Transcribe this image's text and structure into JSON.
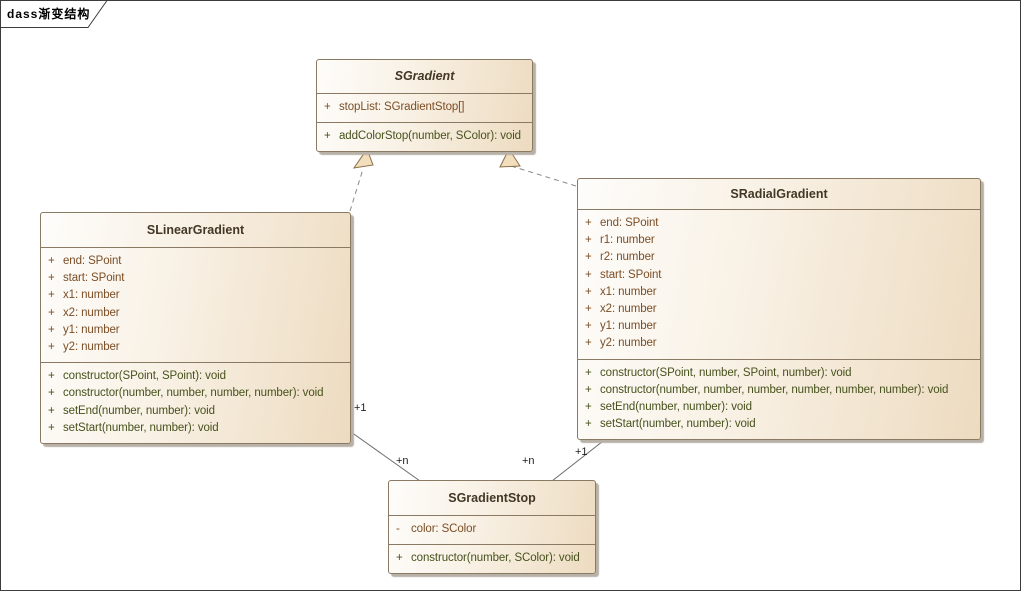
{
  "frame": {
    "label": "dass渐变结构"
  },
  "colors": {
    "box_fill_light": "#fefdfb",
    "box_fill_dark": "#eddbc0",
    "box_border": "#8a7a63",
    "shadow": "#b8b1a7",
    "attribute_text": "#7b4e26",
    "method_text": "#47521c",
    "title_text": "#433826",
    "arrow_fill": "#f2debc",
    "arrow_stroke": "#8a7049",
    "dashed_line": "#8a8a8a",
    "solid_line": "#6a6a6a",
    "frame_border": "#3c3c3c"
  },
  "classes": [
    {
      "name": "SGradient",
      "abstract": true,
      "attributes": [
        {
          "vis": "+",
          "text": "stopList: SGradientStop[]"
        }
      ],
      "methods": [
        {
          "vis": "+",
          "text": "addColorStop(number, SColor): void"
        }
      ]
    },
    {
      "name": "SLinearGradient",
      "abstract": false,
      "attributes": [
        {
          "vis": "+",
          "text": "end: SPoint"
        },
        {
          "vis": "+",
          "text": "start: SPoint"
        },
        {
          "vis": "+",
          "text": "x1: number"
        },
        {
          "vis": "+",
          "text": "x2: number"
        },
        {
          "vis": "+",
          "text": "y1: number"
        },
        {
          "vis": "+",
          "text": "y2: number"
        }
      ],
      "methods": [
        {
          "vis": "+",
          "text": "constructor(SPoint, SPoint): void"
        },
        {
          "vis": "+",
          "text": "constructor(number, number, number, number): void"
        },
        {
          "vis": "+",
          "text": "setEnd(number, number): void"
        },
        {
          "vis": "+",
          "text": "setStart(number, number): void"
        }
      ]
    },
    {
      "name": "SRadialGradient",
      "abstract": false,
      "attributes": [
        {
          "vis": "+",
          "text": "end: SPoint"
        },
        {
          "vis": "+",
          "text": "r1: number"
        },
        {
          "vis": "+",
          "text": "r2: number"
        },
        {
          "vis": "+",
          "text": "start: SPoint"
        },
        {
          "vis": "+",
          "text": "x1: number"
        },
        {
          "vis": "+",
          "text": "x2: number"
        },
        {
          "vis": "+",
          "text": "y1: number"
        },
        {
          "vis": "+",
          "text": "y2: number"
        }
      ],
      "methods": [
        {
          "vis": "+",
          "text": "constructor(SPoint, number, SPoint, number): void"
        },
        {
          "vis": "+",
          "text": "constructor(number, number, number, number, number, number): void"
        },
        {
          "vis": "+",
          "text": "setEnd(number, number): void"
        },
        {
          "vis": "+",
          "text": "setStart(number, number): void"
        }
      ]
    },
    {
      "name": "SGradientStop",
      "abstract": false,
      "attributes": [
        {
          "vis": "-",
          "text": "color: SColor"
        }
      ],
      "methods": [
        {
          "vis": "+",
          "text": "constructor(number, SColor): void"
        }
      ]
    }
  ],
  "connectors": {
    "generalizations": [
      {
        "from": "SLinearGradient",
        "to": "SGradient"
      },
      {
        "from": "SRadialGradient",
        "to": "SGradient"
      }
    ],
    "associations": [
      {
        "from": "SLinearGradient",
        "to": "SGradientStop",
        "from_multiplicity": "+1",
        "to_multiplicity": "+n"
      },
      {
        "from": "SRadialGradient",
        "to": "SGradientStop",
        "from_multiplicity": "+1",
        "to_multiplicity": "+n"
      }
    ]
  }
}
